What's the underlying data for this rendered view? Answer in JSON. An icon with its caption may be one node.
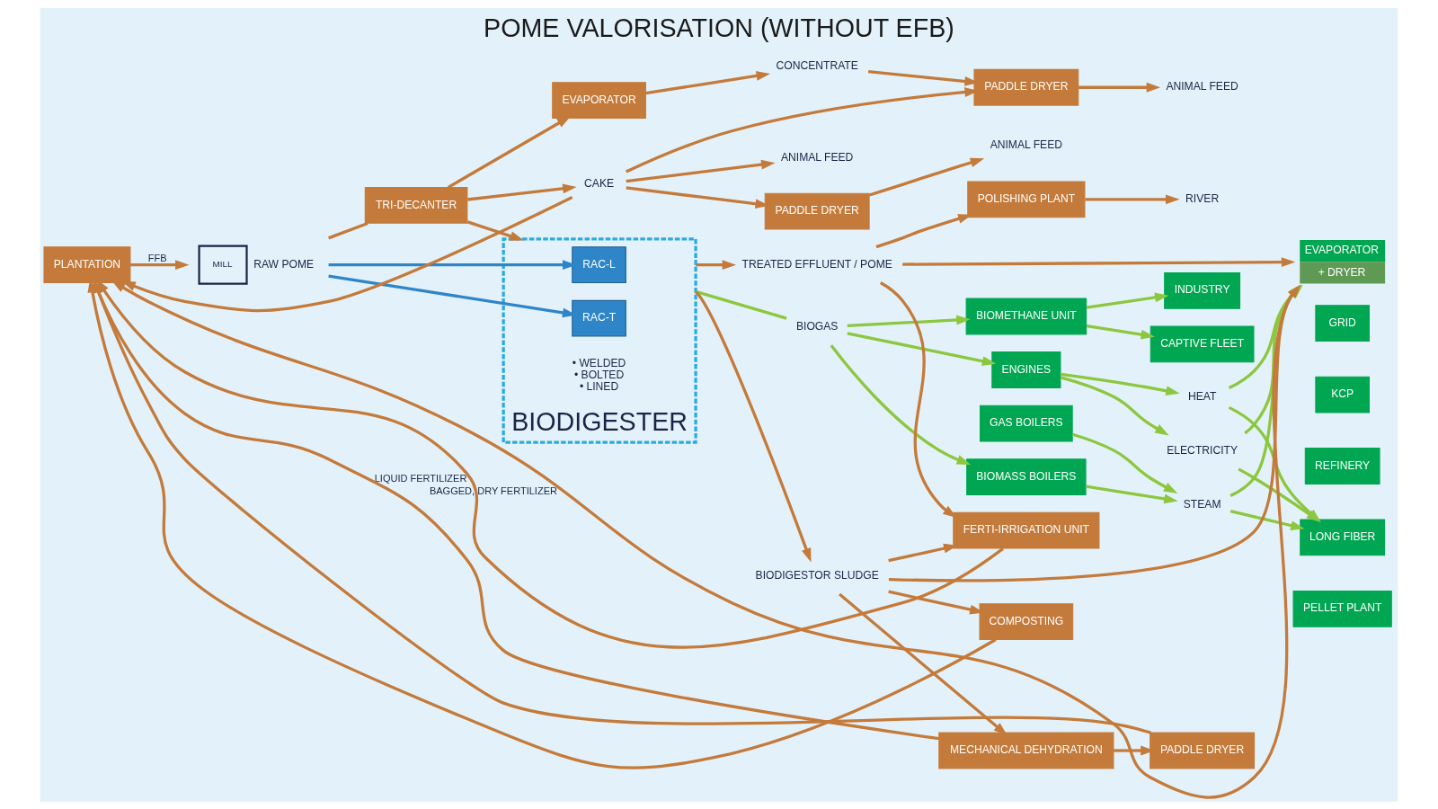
{
  "diagram": {
    "title": "POME VALORISATION (WITHOUT EFB)",
    "nodes": [
      {
        "text": [
          "PLANTATION"
        ]
      },
      {
        "text": [
          "MILL"
        ],
        "beside": [
          "RAW POME"
        ]
      },
      {
        "text": [
          "TRI-DECANTER"
        ]
      },
      {
        "text": [
          "EVAPORATOR"
        ]
      },
      {
        "text": [
          "CAKE"
        ]
      },
      {
        "text": [
          "ANIMAL FEED"
        ]
      },
      {
        "text": [
          "PADDLE DRYER"
        ]
      },
      {
        "text": [
          "CONCENTRATE"
        ]
      },
      {
        "text": [
          "PADDLE DRYER"
        ]
      },
      {
        "text": [
          "ANIMAL FEED"
        ]
      },
      {
        "text": [
          "ANIMAL FEED"
        ]
      },
      {
        "text": [
          "BIODIGESTER"
        ]
      },
      {
        "text": [
          "RAC-L"
        ],
        "in": 11
      },
      {
        "text": [
          "RAC-T"
        ],
        "in": 11
      },
      {
        "text": [
          "• WELDED",
          "• BOLTED",
          "• LINED"
        ],
        "in": 11
      },
      {
        "text": [
          "POLISHING PLANT"
        ]
      },
      {
        "text": [
          "RIVER"
        ]
      },
      {
        "text": [
          "BIOGAS"
        ]
      },
      {
        "text": [
          "BIOMETHANE UNIT"
        ]
      },
      {
        "text": [
          "BIOMASS BOILERS"
        ]
      },
      {
        "text": [
          "GAS BOILERS"
        ]
      },
      {
        "text": [
          "ENGINES"
        ]
      },
      {
        "text": [
          "CAPTIVE FLEET"
        ]
      },
      {
        "text": [
          "INDUSTRY"
        ]
      },
      {
        "text": [
          "STEAM"
        ]
      },
      {
        "text": [
          "HEAT"
        ]
      },
      {
        "text": [
          "ELECTRICITY"
        ]
      },
      {
        "text": [
          "GRID"
        ]
      },
      {
        "text": [
          "KCP"
        ]
      },
      {
        "text": [
          "REFINERY"
        ]
      },
      {
        "text": [
          "LONG FIBER"
        ]
      },
      {
        "text": [
          "PELLET PLANT"
        ]
      },
      {
        "text": [
          "EVAPORATOR",
          "+ DRYER"
        ]
      },
      {
        "text": [
          "FERTI-IRRIGATION UNIT"
        ]
      },
      {
        "text": [
          "TREATED EFFLUENT / POME"
        ]
      },
      {
        "text": [
          "BIODIGESTOR SLUDGE"
        ]
      },
      {
        "text": [
          "MECHANICAL DEHYDRATION"
        ]
      },
      {
        "text": [
          "PADDLE DRYER"
        ]
      },
      {
        "text": [
          "COMPOSTING"
        ]
      }
    ],
    "edges": [
      {
        "from": 0,
        "to": 1,
        "arrow": "to",
        "label": "FFB"
      },
      {
        "from": 1,
        "to": 12,
        "arrow": "to",
        "color": "#2e86c8"
      },
      {
        "from": 1,
        "to": 13,
        "arrow": "to",
        "color": "#2e86c8"
      },
      {
        "from": 1,
        "to": 2,
        "arrow": "none"
      },
      {
        "from": 2,
        "to": 11,
        "arrow": "to"
      },
      {
        "from": 2,
        "to": 3,
        "arrow": "to"
      },
      {
        "from": 2,
        "to": 4,
        "arrow": "to"
      },
      {
        "from": 4,
        "to": 5,
        "arrow": "to"
      },
      {
        "from": 4,
        "to": 6,
        "arrow": "to"
      },
      {
        "from": 4,
        "to": 0,
        "arrow": "to"
      },
      {
        "from": 4,
        "to": 8,
        "arrow": "to"
      },
      {
        "from": 3,
        "to": 7,
        "arrow": "to"
      },
      {
        "from": 7,
        "to": 8,
        "arrow": "to"
      },
      {
        "from": 6,
        "to": 9,
        "arrow": "to"
      },
      {
        "from": 8,
        "to": 10,
        "arrow": "to"
      },
      {
        "from": 11,
        "to": 34,
        "arrow": "to"
      },
      {
        "from": 11,
        "to": 35,
        "arrow": "to"
      },
      {
        "from": 34,
        "to": 15,
        "arrow": "to"
      },
      {
        "from": 15,
        "to": 16,
        "arrow": "to"
      },
      {
        "from": 34,
        "to": 32,
        "arrow": "to"
      },
      {
        "from": 34,
        "to": 33,
        "arrow": "to"
      },
      {
        "from": 35,
        "to": 32,
        "arrow": "to"
      },
      {
        "from": 35,
        "to": 33,
        "arrow": "to"
      },
      {
        "from": 35,
        "to": 38,
        "arrow": "to"
      },
      {
        "from": 35,
        "to": 36,
        "arrow": "to"
      },
      {
        "from": 36,
        "to": 37,
        "arrow": "to"
      },
      {
        "from": 11,
        "to": 17,
        "arrow": "none",
        "color": "#8dc63f"
      },
      {
        "from": 17,
        "to": 18,
        "arrow": "to",
        "color": "#8dc63f"
      },
      {
        "from": 17,
        "to": 19,
        "arrow": "to",
        "color": "#8dc63f"
      },
      {
        "from": 17,
        "to": 21,
        "arrow": "to",
        "color": "#8dc63f"
      },
      {
        "from": 18,
        "to": 22,
        "arrow": "to",
        "color": "#8dc63f"
      },
      {
        "from": 18,
        "to": 23,
        "arrow": "to",
        "color": "#8dc63f"
      },
      {
        "from": 19,
        "to": 24,
        "arrow": "to",
        "color": "#8dc63f"
      },
      {
        "from": 20,
        "to": 24,
        "arrow": "to",
        "color": "#8dc63f"
      },
      {
        "from": 21,
        "to": 25,
        "arrow": "to",
        "color": "#8dc63f"
      },
      {
        "from": 21,
        "to": 26,
        "arrow": "to",
        "color": "#8dc63f"
      },
      {
        "from": 24,
        "to": 30,
        "arrow": "to",
        "color": "#8dc63f"
      },
      {
        "from": 25,
        "to": 30,
        "arrow": "to",
        "color": "#8dc63f"
      },
      {
        "from": 26,
        "to": 30,
        "arrow": "to",
        "color": "#8dc63f"
      },
      {
        "from": 24,
        "to": 32,
        "arrow": "to",
        "color": "#8dc63f"
      },
      {
        "from": 25,
        "to": 32,
        "arrow": "to",
        "color": "#8dc63f"
      },
      {
        "from": 26,
        "to": 32,
        "arrow": "to",
        "color": "#8dc63f"
      },
      {
        "from": 32,
        "to": 0,
        "arrow": "to",
        "label": "BAGGED, DRY FERTILIZER"
      },
      {
        "from": 33,
        "to": 0,
        "arrow": "to",
        "label": "LIQUID FERTILIZER"
      },
      {
        "from": 36,
        "to": 0,
        "arrow": "to"
      },
      {
        "from": 37,
        "to": 0,
        "arrow": "to"
      },
      {
        "from": 38,
        "to": 0,
        "arrow": "to"
      }
    ]
  }
}
